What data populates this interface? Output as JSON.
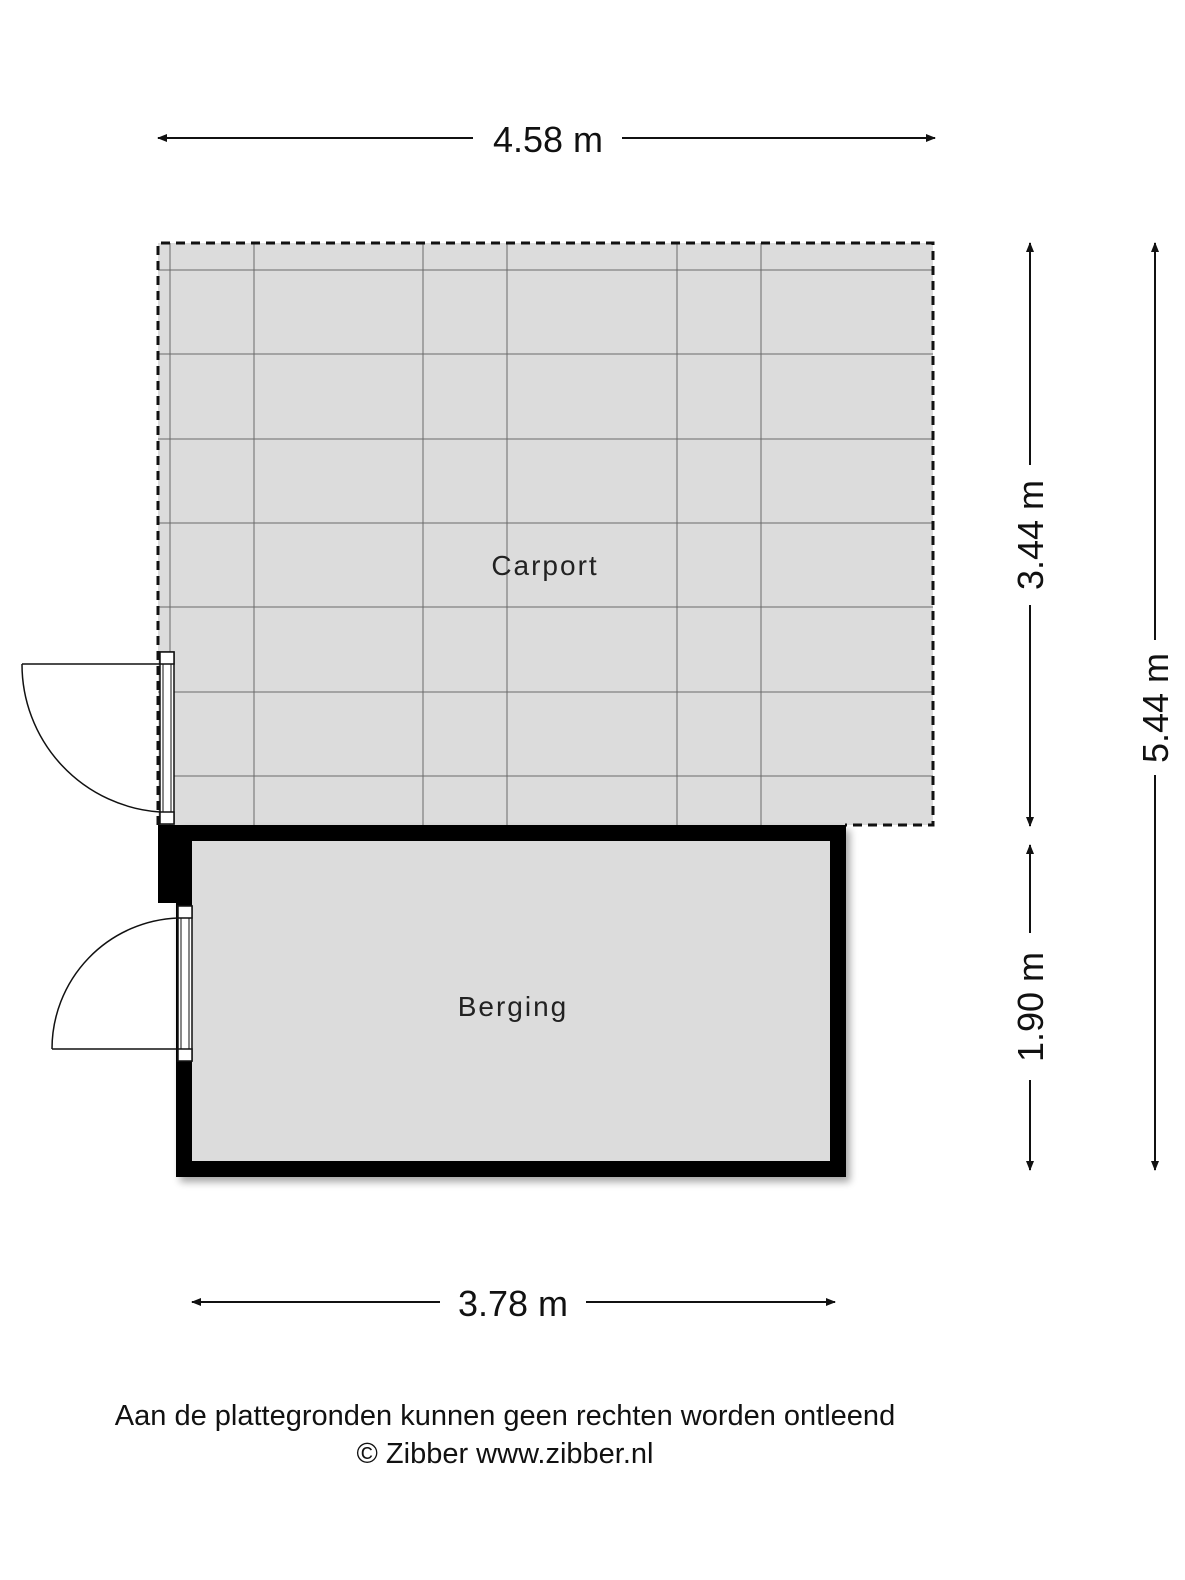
{
  "dimensions": {
    "carport_width": "4.58 m",
    "carport_depth": "3.44 m",
    "total_depth": "5.44 m",
    "berging_depth": "1.90 m",
    "berging_width": "3.78 m"
  },
  "rooms": {
    "carport": "Carport",
    "berging": "Berging"
  },
  "footer": {
    "disclaimer": "Aan de plattegronden kunnen geen rechten worden ontleend",
    "copyright": "© Zibber www.zibber.nl"
  },
  "colors": {
    "floor": "#dcdcdc",
    "wall": "#000000",
    "grid": "#555555"
  }
}
